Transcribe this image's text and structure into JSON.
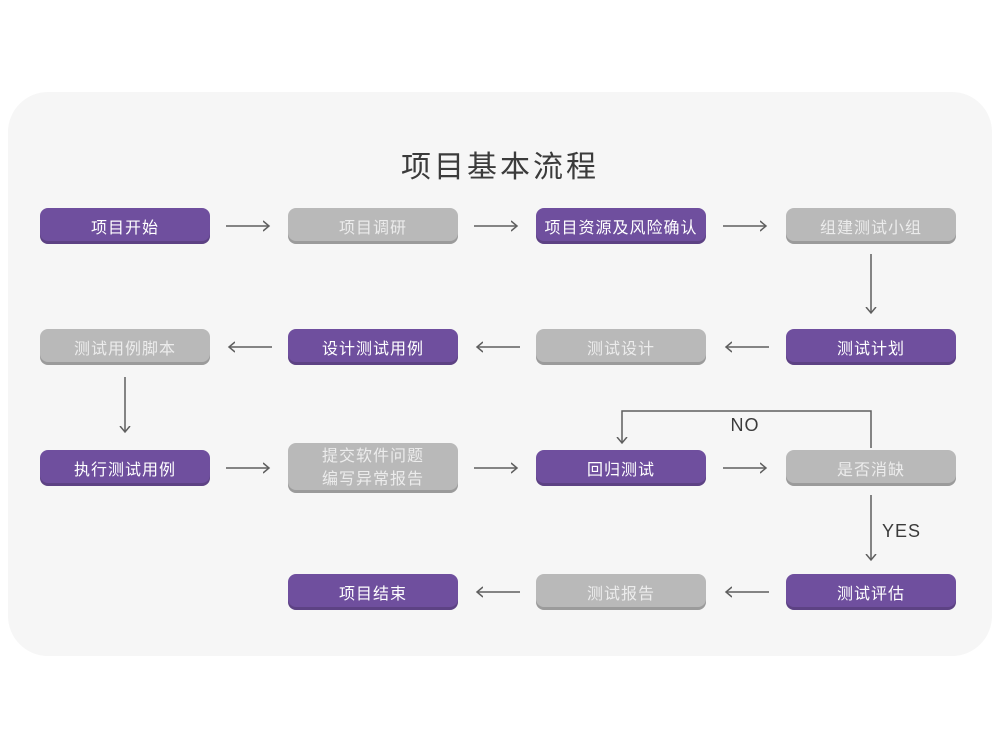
{
  "title": "项目基本流程",
  "colors": {
    "card_bg": "#f6f6f6",
    "purple": "#6f4f9e",
    "purple_dark": "#5a3e82",
    "gray": "#b9b9b9",
    "gray_dark": "#a5a5a5",
    "arrow": "#5f5f5f",
    "title_color": "#3b3b3b",
    "text_on_purple": "#ffffff",
    "text_on_gray": "#ececec"
  },
  "labels": {
    "no": "NO",
    "yes": "YES"
  },
  "nodes": {
    "project_start": {
      "label": "项目开始",
      "variant": "purple"
    },
    "project_research": {
      "label": "项目调研",
      "variant": "gray"
    },
    "resource_risk": {
      "label": "项目资源及风险确认",
      "variant": "purple"
    },
    "build_team": {
      "label": "组建测试小组",
      "variant": "gray"
    },
    "case_script": {
      "label": "测试用例脚本",
      "variant": "gray"
    },
    "design_cases": {
      "label": "设计测试用例",
      "variant": "purple"
    },
    "test_design": {
      "label": "测试设计",
      "variant": "gray"
    },
    "test_plan": {
      "label": "测试计划",
      "variant": "purple"
    },
    "execute_cases": {
      "label": "执行测试用例",
      "variant": "purple"
    },
    "submit_report": {
      "label": "提交软件问题\n编写异常报告",
      "variant": "gray"
    },
    "regression_test": {
      "label": "回归测试",
      "variant": "purple"
    },
    "defect_cleared": {
      "label": "是否消缺",
      "variant": "gray"
    },
    "project_end": {
      "label": "项目结束",
      "variant": "purple"
    },
    "test_report": {
      "label": "测试报告",
      "variant": "gray"
    },
    "test_evaluate": {
      "label": "测试评估",
      "variant": "purple"
    }
  }
}
